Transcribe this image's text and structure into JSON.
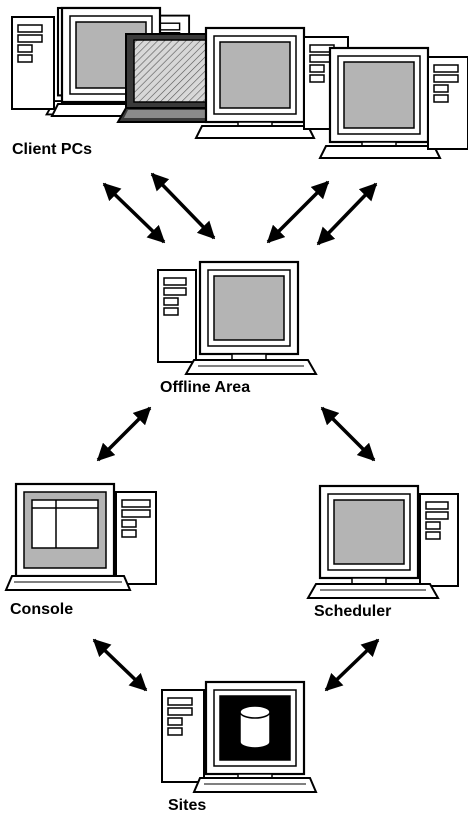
{
  "labels": {
    "client_pcs": "Client PCs",
    "offline_area": "Offline Area",
    "console": "Console",
    "scheduler": "Scheduler",
    "sites": "Sites"
  },
  "colors": {
    "line": "#000000",
    "screen_gray": "#b4b4b4",
    "bezel_dark": "#3a3a3a",
    "screen_black": "#000000",
    "background": "#ffffff"
  },
  "icons": {
    "computer": "desktop-computer-icon",
    "laptop": "laptop-icon",
    "database": "database-cylinder-icon",
    "arrow": "bidirectional-arrow-icon"
  }
}
